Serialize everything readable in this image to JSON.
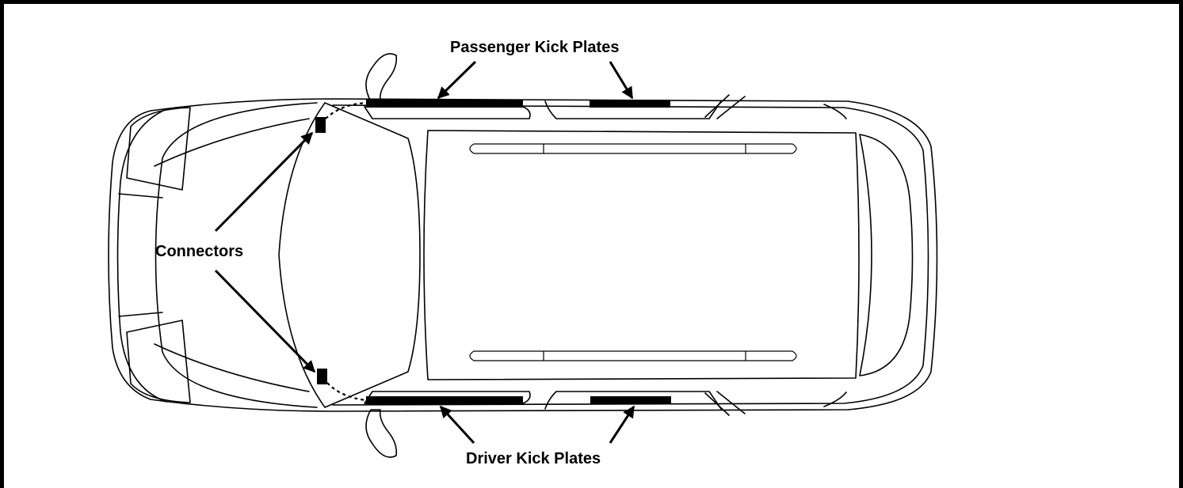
{
  "labels": {
    "passenger": "Passenger Kick Plates",
    "connectors": "Connectors",
    "driver": "Driver Kick Plates"
  },
  "colors": {
    "line": "#000000",
    "background": "#ffffff"
  }
}
